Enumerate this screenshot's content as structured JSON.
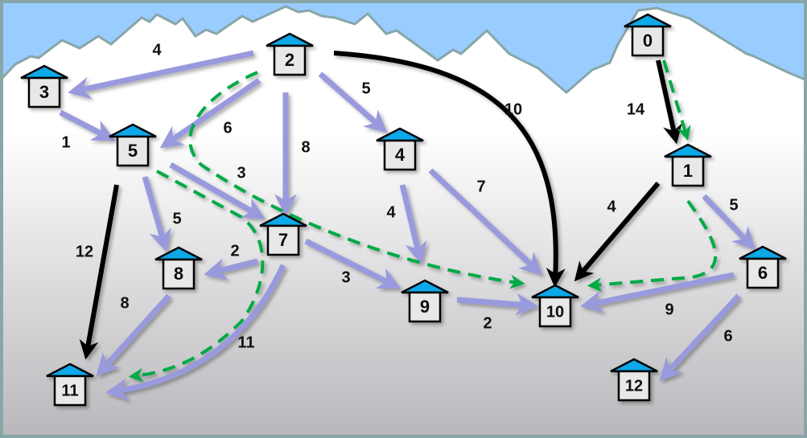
{
  "colors": {
    "sky": "#99ccff",
    "ridge": "#88a6a8",
    "frame": "#88a6a8",
    "roof": "#0aa8e8",
    "box": "#e8e8e8",
    "regular_edge": "#9999dd",
    "highlight_edge": "#000000",
    "path_edge": "#00aa44"
  },
  "nodes": [
    "0",
    "1",
    "2",
    "3",
    "4",
    "5",
    "6",
    "7",
    "8",
    "9",
    "10",
    "11",
    "12"
  ],
  "edges": {
    "e2_3": "4",
    "e2_5": "6",
    "e2_7": "8",
    "e2_4": "5",
    "e3_5": "1",
    "e5_7": "3",
    "e5_8": "5",
    "e4_9": "4",
    "e4_10": "7",
    "e7_8": "2",
    "e7_9": "3",
    "e7_11": "11",
    "e8_11": "8",
    "e9_10": "2",
    "e1_6": "5",
    "e6_10": "9",
    "e6_12": "6",
    "e2_10": "10",
    "e0_1": "14",
    "e1_10": "4",
    "e5_11": "12"
  }
}
